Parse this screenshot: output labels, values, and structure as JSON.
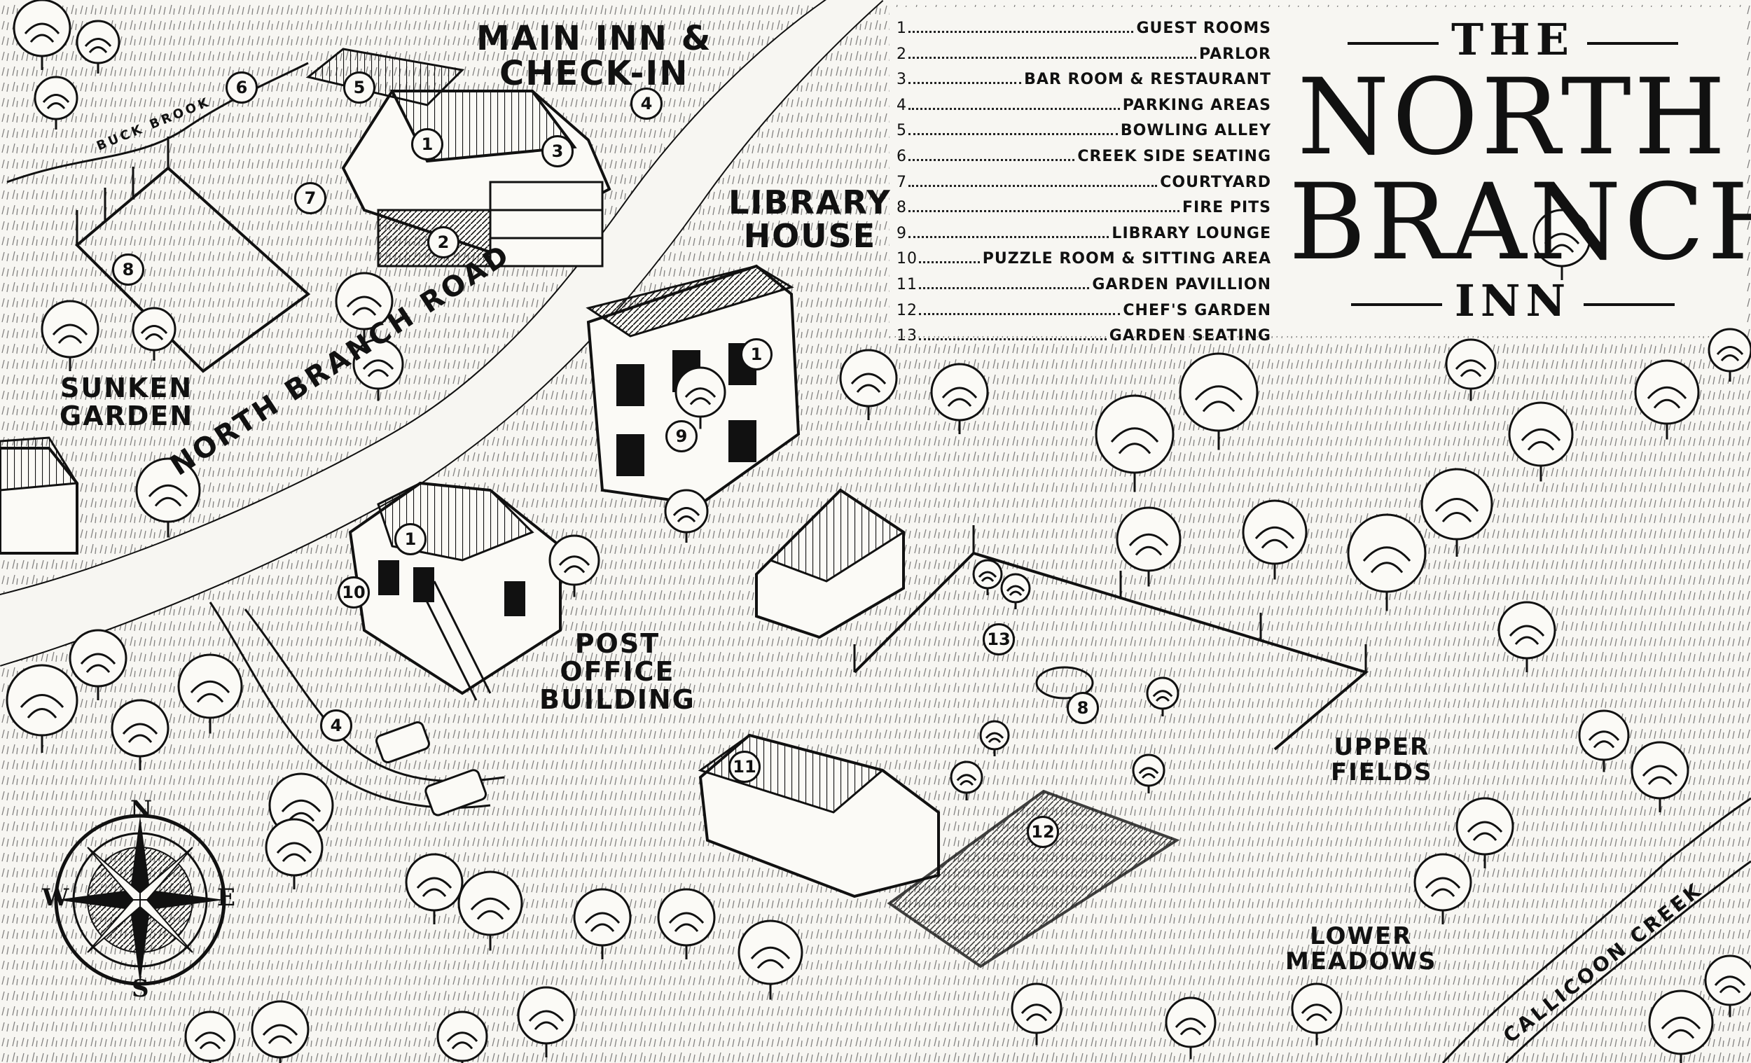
{
  "map": {
    "title": {
      "line1": "THE",
      "line2": "NORTH",
      "line3": "BRANCH",
      "line4": "INN"
    },
    "legend": [
      {
        "num": "1",
        "name": "GUEST ROOMS"
      },
      {
        "num": "2",
        "name": "PARLOR"
      },
      {
        "num": "3",
        "name": "BAR ROOM & RESTAURANT"
      },
      {
        "num": "4",
        "name": "PARKING AREAS"
      },
      {
        "num": "5",
        "name": "BOWLING ALLEY"
      },
      {
        "num": "6",
        "name": "CREEK SIDE SEATING"
      },
      {
        "num": "7",
        "name": "COURTYARD"
      },
      {
        "num": "8",
        "name": "FIRE PITS"
      },
      {
        "num": "9",
        "name": "LIBRARY LOUNGE"
      },
      {
        "num": "10",
        "name": "PUZZLE ROOM & SITTING AREA"
      },
      {
        "num": "11",
        "name": "GARDEN PAVILLION"
      },
      {
        "num": "12",
        "name": "CHEF'S GARDEN"
      },
      {
        "num": "13",
        "name": "GARDEN SEATING"
      }
    ],
    "labels": {
      "main_inn": "MAIN INN &\nCHECK-IN",
      "library_house": "LIBRARY\nHOUSE",
      "sunken_garden": "SUNKEN\nGARDEN",
      "post_office": "POST\nOFFICE\nBUILDING",
      "upper_fields": "UPPER\nFIELDS",
      "lower_meadows": "LOWER\nMEADOWS",
      "north_branch_road": "NORTH BRANCH ROAD",
      "buck_brook": "BUCK BROOK",
      "callicoon_creek": "CALLICOON CREEK"
    },
    "markers": [
      "1",
      "2",
      "3",
      "4",
      "5",
      "6",
      "7",
      "8",
      "1",
      "9",
      "1",
      "10",
      "4",
      "11",
      "12",
      "13",
      "8"
    ],
    "compass": {
      "n": "N",
      "e": "E",
      "s": "S",
      "w": "W"
    },
    "colors": {
      "ink": "#111111",
      "paper": "#f7f6f2"
    }
  }
}
